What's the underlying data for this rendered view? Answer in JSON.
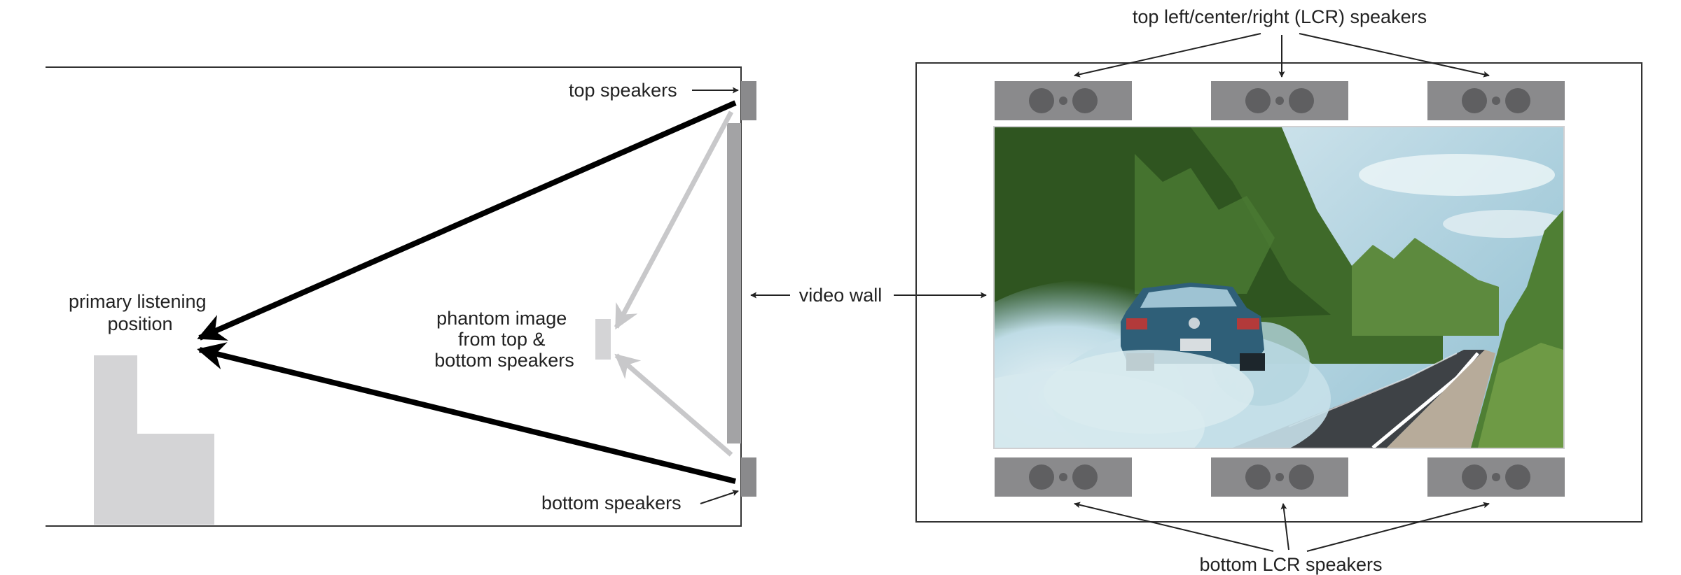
{
  "labels": {
    "top_speakers": "top speakers",
    "bottom_speakers": "bottom speakers",
    "listening_line1": "primary listening",
    "listening_line2": "position",
    "phantom_line1": "phantom image",
    "phantom_line2": "from top &",
    "phantom_line3": "bottom speakers",
    "video_wall": "video wall",
    "top_lcr": "top left/center/right (LCR) speakers",
    "bottom_lcr": "bottom LCR speakers"
  },
  "colors": {
    "speaker_gray": "#8a8a8c",
    "driver_gray": "#5f5f61",
    "screen_gray": "#a3a3a5",
    "listener_gray": "#d4d4d6",
    "phantom_arrow_gray": "#c8c8ca",
    "direct_arrow": "#000000",
    "outline": "#333333"
  },
  "photo": {
    "description_icon": "car-burnout-photo",
    "sky": "#bcd8e3",
    "trees": "#3f6a2a",
    "smoke": "#cfe3ea",
    "road": "#3e4246",
    "car": "#2f5f78"
  }
}
